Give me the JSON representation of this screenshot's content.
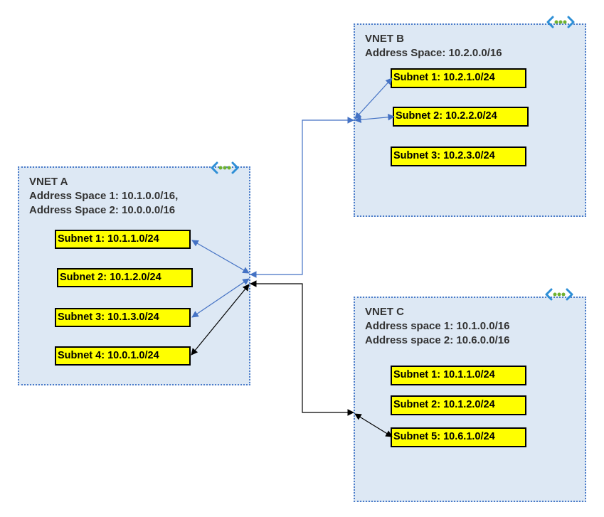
{
  "vnets": {
    "a": {
      "title": "VNET A",
      "address_lines": [
        "Address Space 1: 10.1.0.0/16,",
        "Address Space 2: 10.0.0.0/16"
      ],
      "subnets": [
        "Subnet 1: 10.1.1.0/24",
        "Subnet 2: 10.1.2.0/24",
        "Subnet 3: 10.1.3.0/24",
        "Subnet 4: 10.0.1.0/24"
      ]
    },
    "b": {
      "title": "VNET B",
      "address_lines": [
        "Address Space: 10.2.0.0/16"
      ],
      "subnets": [
        "Subnet 1: 10.2.1.0/24",
        "Subnet 2: 10.2.2.0/24",
        "Subnet 3: 10.2.3.0/24"
      ]
    },
    "c": {
      "title": "VNET C",
      "address_lines": [
        "Address space 1: 10.1.0.0/16",
        "Address space 2: 10.6.0.0/16"
      ],
      "subnets": [
        "Subnet 1: 10.1.1.0/24",
        "Subnet 2: 10.1.2.0/24",
        "Subnet 5: 10.6.1.0/24"
      ]
    }
  },
  "icons": {
    "vnet": "virtual-network-icon"
  },
  "colors": {
    "vnet_fill": "#dde8f4",
    "vnet_border": "#4a7bc9",
    "subnet_fill": "#ffff00",
    "peering_b": "#4472c4",
    "peering_c": "#000000"
  }
}
